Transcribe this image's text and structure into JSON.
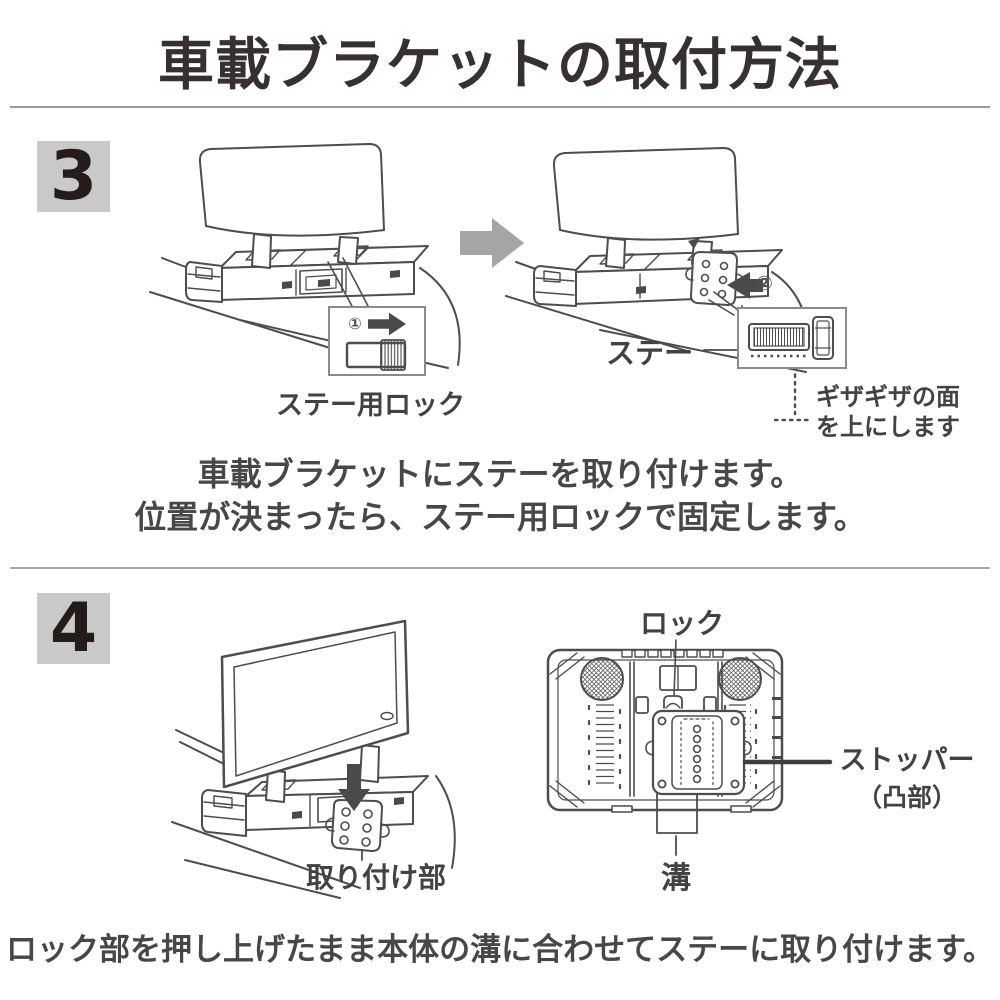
{
  "header": {
    "title": "車載ブラケットの取付方法"
  },
  "steps": {
    "step3": {
      "number": "3",
      "marker1": "①",
      "marker2": "②",
      "stay_lock_label": "ステー用ロック",
      "stay_label": "ステー",
      "serrated_note_line1": "ギザギザの面",
      "serrated_note_line2": "を上にします",
      "caption_line1": "車載ブラケットにステーを取り付けます。",
      "caption_line2": "位置が決まったら、ステー用ロックで固定します。"
    },
    "step4": {
      "number": "4",
      "lock_label": "ロック",
      "mount_label": "取り付け部",
      "stopper_label_line1": "ストッパー",
      "stopper_label_line2": "（凸部）",
      "groove_label": "溝",
      "caption": "ロック部を押し上げたまま本体の溝に合わせてステーに取り付けます。"
    }
  },
  "colors": {
    "title_text": "#363031",
    "badge_bg": "#c9c9c9",
    "badge_text": "#241c1a",
    "line_art": "#4d4d4d",
    "dark_arrow": "#4a4a4a",
    "gray_arrow": "#a5a5a5",
    "callout_border": "#8a8a8a",
    "divider": "#9a9a9a",
    "body_text": "#474747"
  }
}
